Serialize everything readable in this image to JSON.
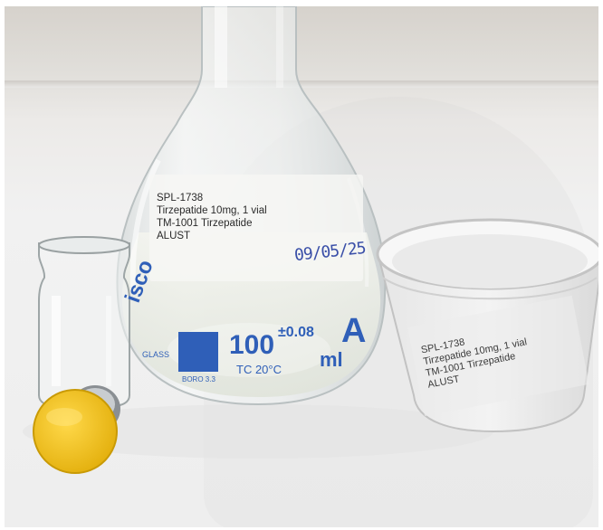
{
  "flask_label": {
    "line1": "SPL-1738",
    "line2": "Tirzepatide 10mg, 1 vial",
    "line3": "TM-1001 Tirzepatide",
    "line4": "ALUST",
    "date": "09/05/25"
  },
  "flask_print": {
    "brand": "isco",
    "brand_sub": "GLASS",
    "capacity": "100",
    "tolerance": "±0.08",
    "unit": "ml",
    "class": "A",
    "calibration": "TC 20°C",
    "material": "BORO 3.3"
  },
  "cup_label": {
    "line1": "SPL-1738",
    "line2": "Tirzepatide 10mg, 1 vial",
    "line3": "TM-1001 Tirzepatide",
    "line4": "ALUST"
  },
  "colors": {
    "flask_print_blue": "#2f5fb8",
    "cap_yellow": "#f2c318",
    "marker_blue": "#3a4fa8"
  }
}
